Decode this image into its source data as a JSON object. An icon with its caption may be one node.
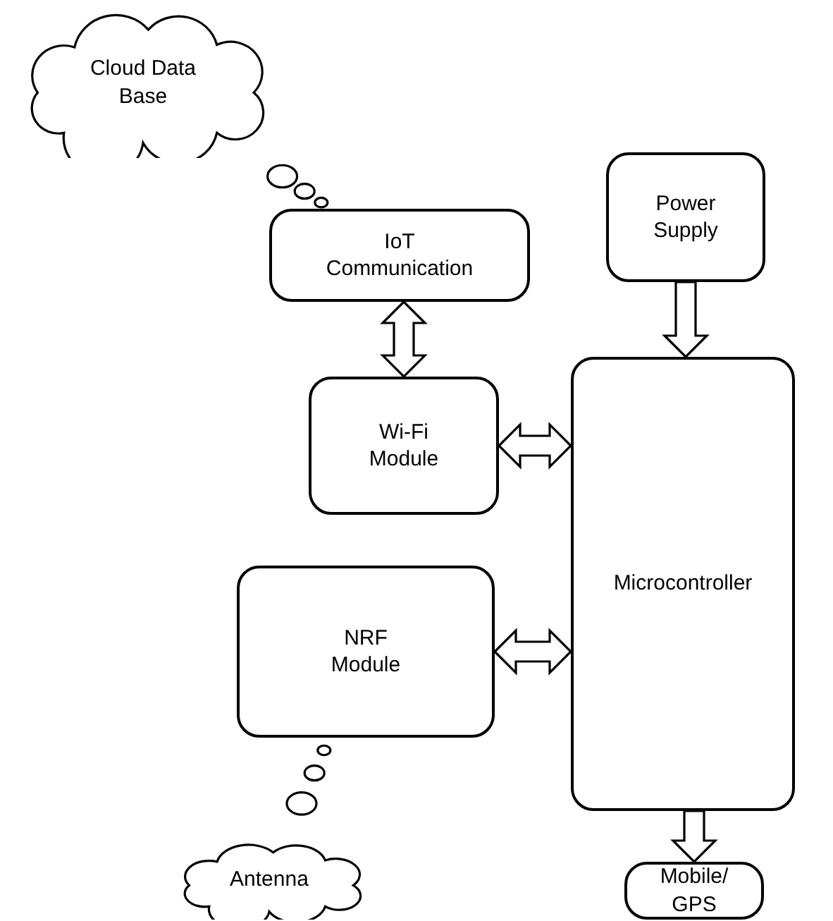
{
  "diagram": {
    "nodes": [
      {
        "text": [
          "Cloud Data Base"
        ]
      },
      {
        "text": [
          "IoT Communication"
        ]
      },
      {
        "text": [
          "Power Supply"
        ]
      },
      {
        "text": [
          "Wi-Fi Module"
        ]
      },
      {
        "text": [
          "Microcontroller"
        ]
      },
      {
        "text": [
          "NRF Module"
        ]
      },
      {
        "text": [
          "Antenna"
        ]
      },
      {
        "text": [
          "Mobile/ GPS"
        ]
      }
    ],
    "edges": [
      {
        "from": 1,
        "to": 3,
        "arrow": "both"
      },
      {
        "from": 3,
        "to": 4,
        "arrow": "both"
      },
      {
        "from": 5,
        "to": 4,
        "arrow": "both"
      },
      {
        "from": 2,
        "to": 4,
        "arrow": "to"
      },
      {
        "from": 4,
        "to": 7,
        "arrow": "to"
      },
      {
        "from": 1,
        "to": 0,
        "arrow": "none"
      },
      {
        "from": 5,
        "to": 6,
        "arrow": "none"
      }
    ]
  }
}
